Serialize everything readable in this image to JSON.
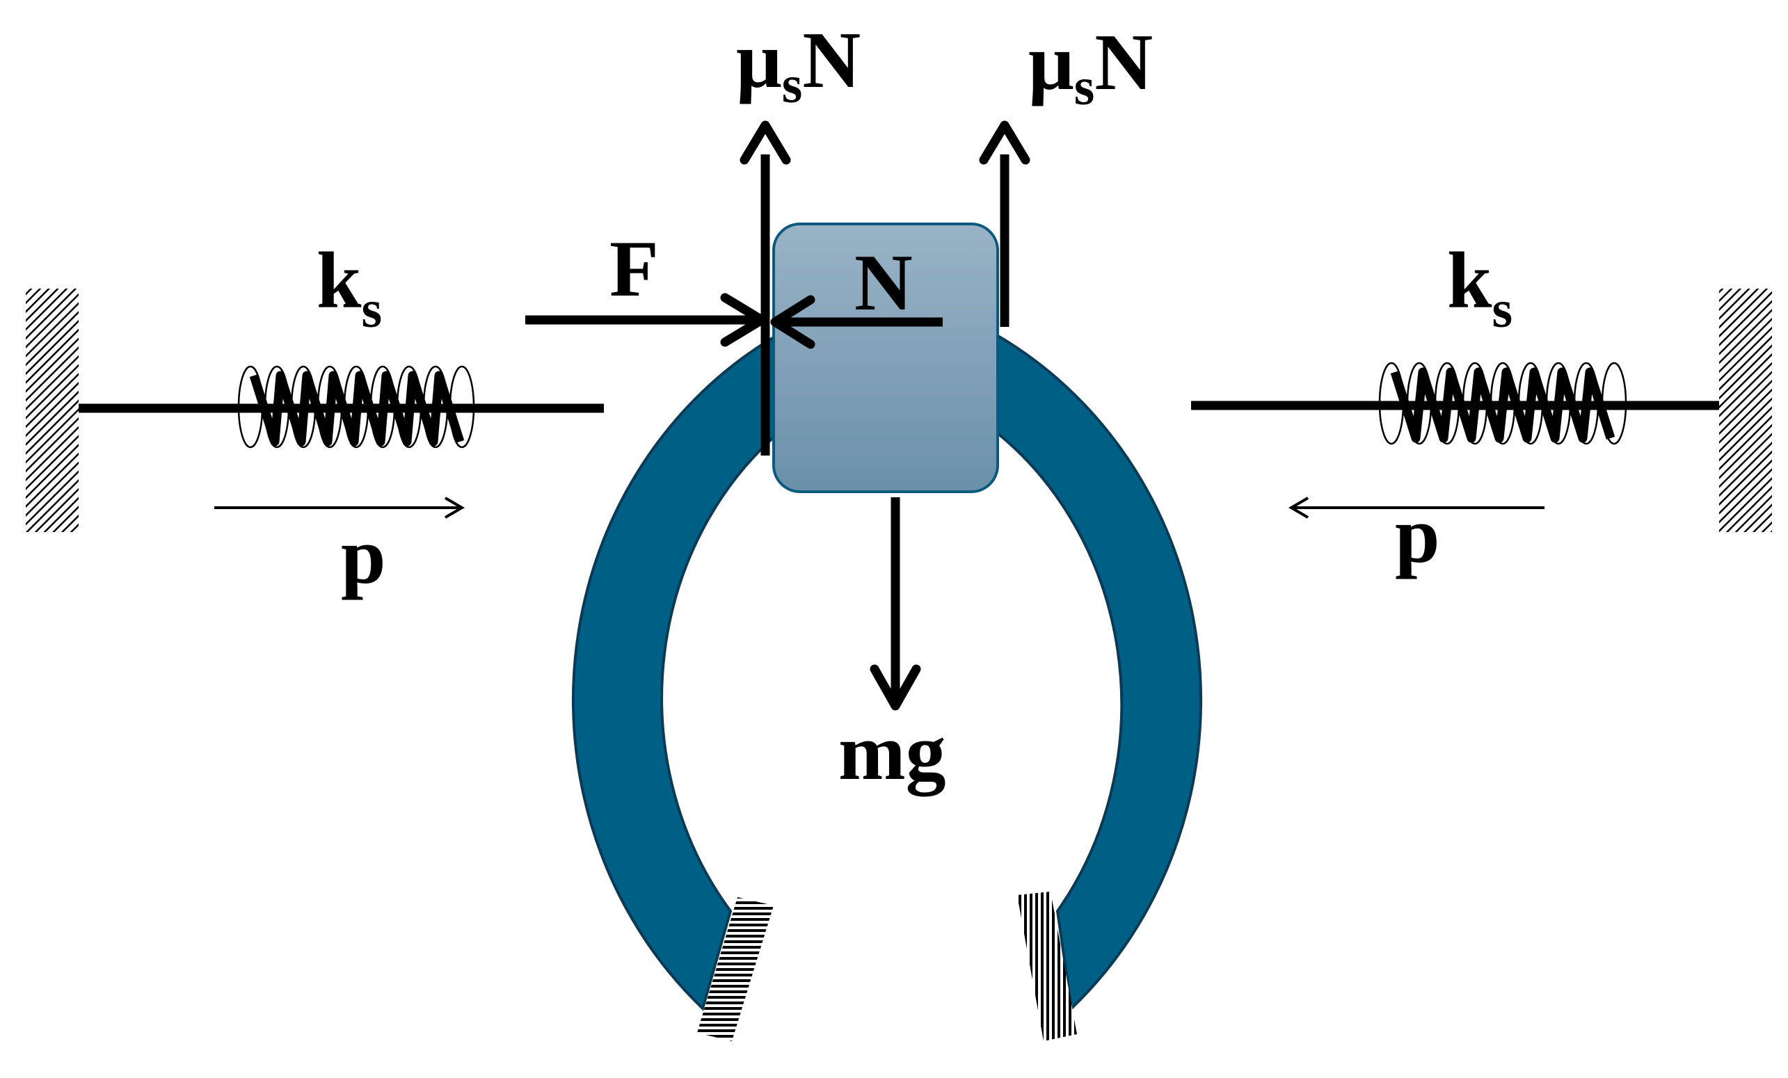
{
  "labels": {
    "spring_constant_left": {
      "main": "k",
      "sub": "s"
    },
    "spring_constant_right": {
      "main": "k",
      "sub": "s"
    },
    "friction_left": {
      "pre": "μ",
      "sub": "s",
      "post": "N"
    },
    "friction_right": {
      "pre": "μ",
      "sub": "s",
      "post": "N"
    },
    "applied_force": "F",
    "normal_force": "N",
    "weight": "mg",
    "preload_left": "p",
    "preload_right": "p"
  },
  "colors": {
    "ring": "#005f85",
    "ring_outline": "#0a3a55",
    "block_top": "#9ab3c6",
    "block_bottom": "#6a90aa",
    "block_outline": "#0a5a80",
    "lines": "#000000"
  }
}
